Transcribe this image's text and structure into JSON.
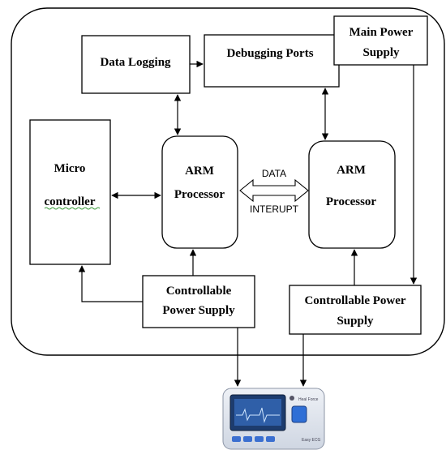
{
  "blocks": {
    "data_logging": "Data Logging",
    "debugging_ports": "Debugging Ports",
    "main_power": [
      "Main Power",
      "Supply"
    ],
    "micro": [
      "Micro",
      "controller"
    ],
    "arm_left": [
      "ARM",
      "Processor"
    ],
    "arm_right": [
      "ARM",
      "Processor"
    ],
    "ctrl_power_left": [
      "Controllable",
      "Power Supply"
    ],
    "ctrl_power_right": [
      "Controllable Power",
      "Supply"
    ]
  },
  "links": {
    "data": "DATA",
    "interupt": "INTERUPT"
  },
  "device": {
    "brand": "Heal Force",
    "model": "Easy ECG"
  }
}
